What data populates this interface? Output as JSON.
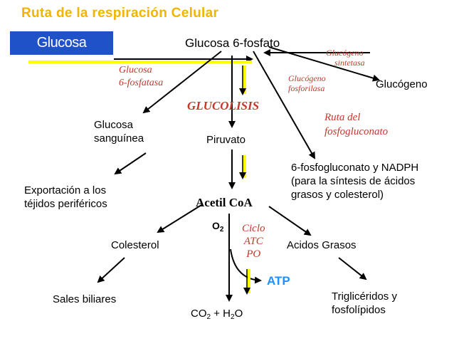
{
  "title": "Ruta de la respiración Celular",
  "glucosa": "Glucosa",
  "glucosa_6_fosfato": "Glucosa 6-fosfato",
  "glucogeno_sintetasa": [
    "Glucógeno",
    "sintetasa"
  ],
  "glucosa_6_fosfatasa": [
    "Glucosa",
    "6-fosfatasa"
  ],
  "glucogeno_fosforilasa": [
    "Glucógeno",
    "fosforilasa"
  ],
  "glucogeno": "Glucógeno",
  "glucolisis": "GLUCOLISIS",
  "ruta_fosfogluconato": [
    "Ruta del",
    "fosfogluconato"
  ],
  "glucosa_sanguinea": [
    "Glucosa",
    "sanguínea"
  ],
  "piruvato": "Piruvato",
  "fosfogluconato_nadph": [
    "6-fosfogluconato y NADPH",
    "(para la síntesis de ácidos",
    "grasos y colesterol)"
  ],
  "exportacion": [
    "Exportación a los",
    "téjidos periféricos"
  ],
  "acetil_coa": "Acetil CoA",
  "o2": {
    "main": "O",
    "sub": "2"
  },
  "ciclo": [
    "Ciclo",
    "ATC",
    "PO"
  ],
  "colesterol": "Colesterol",
  "acidos_grasos": "Acidos Grasos",
  "atp": "ATP",
  "sales_biliares": "Sales biliares",
  "trigliceridos": [
    "Triglicéridos y",
    "fosfolípidos"
  ],
  "products": {
    "co": "CO",
    "co_sub": "2",
    "plus_h": " + H",
    "h_sub": "2",
    "o": "O"
  },
  "colors": {
    "title": "#f2b400",
    "box": "#1f52c8",
    "enzyme": "#c0392b",
    "atp": "#1e90ff",
    "highlight": "#ffff00"
  }
}
